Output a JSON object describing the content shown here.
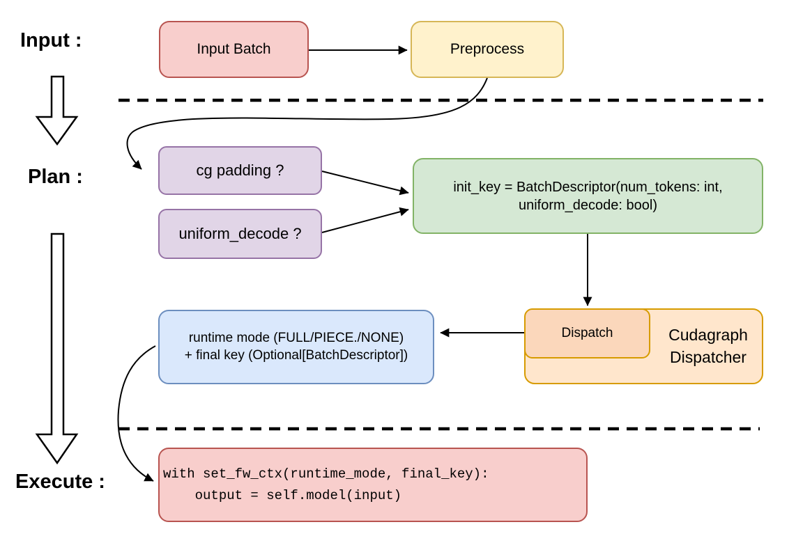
{
  "stage_labels": {
    "input": "Input :",
    "plan": "Plan :",
    "execute": "Execute :"
  },
  "nodes": {
    "input_batch": {
      "label": "Input Batch"
    },
    "preprocess": {
      "label": "Preprocess"
    },
    "cg_padding": {
      "label": "cg padding ?"
    },
    "uniform_decode": {
      "label": "uniform_decode ?"
    },
    "init_key": {
      "line1": "init_key = BatchDescriptor(num_tokens: int,",
      "line2": "uniform_decode: bool)"
    },
    "dispatch": {
      "label": "Dispatch"
    },
    "cudagraph_dispatcher": {
      "line1": "Cudagraph",
      "line2": "Dispatcher"
    },
    "runtime_mode": {
      "line1": "runtime mode (FULL/PIECE./NONE)",
      "line2": "+ final key (Optional[BatchDescriptor])"
    },
    "execute_code": {
      "line1": "with set_fw_ctx(runtime_mode, final_key):",
      "line2": "    output = self.model(input)"
    }
  },
  "colors": {
    "background": "#ffffff",
    "connector": "#000000",
    "red_fill": "#f8cecc",
    "red_stroke": "#b85450",
    "yellow_fill": "#fff2cc",
    "yellow_stroke": "#d6b656",
    "purple_fill": "#e1d5e7",
    "purple_stroke": "#9673a6",
    "green_fill": "#d5e8d4",
    "green_stroke": "#82b366",
    "orange_fill": "#ffe6cc",
    "orange_stroke": "#d79b00",
    "dispatch_fill": "#fbd7bb",
    "blue_fill": "#dae8fc",
    "blue_stroke": "#6c8ebf"
  }
}
